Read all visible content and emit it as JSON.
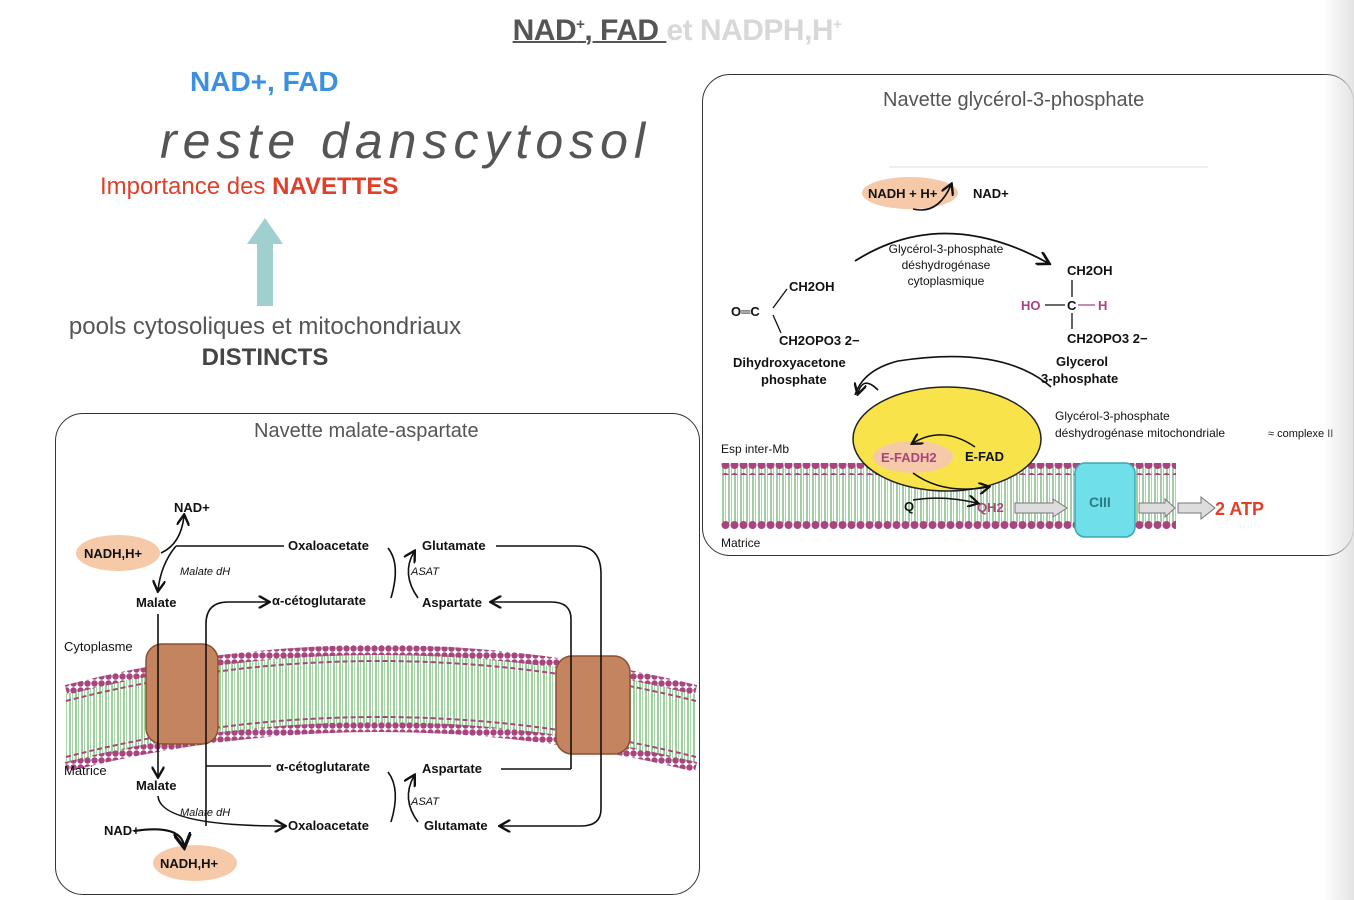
{
  "header": {
    "title_part1": "NAD",
    "title_part1_sup": "+",
    "title_part2": ", FAD ",
    "title_part3": "et NADPH,H",
    "title_part3_sup": "+"
  },
  "notes": {
    "nad_fad": "NAD+, FAD",
    "handwritten": "reste danscytosol",
    "importance_prefix": "Importance des ",
    "importance_strong": "NAVETTES",
    "pools_line": "pools cytosoliques et mitochondriaux",
    "pools_strong": "DISTINCTS"
  },
  "colors": {
    "arrow": "#9fd0cf",
    "blue": "#3d8fe0",
    "red": "#e0402a",
    "membrane_head": "#a8457f",
    "membrane_tail": "#5fae5f",
    "transporter": "#c58460",
    "nadh_badge": "#f6c9a8",
    "enzyme_yellow": "#f8e44a",
    "cIII": "#6fe0ea"
  },
  "left_panel": {
    "title": "Navette malate-aspartate",
    "nad_plus_top": "NAD+",
    "nadh_top": "NADH,H+",
    "malate_dh_top": "Malate dH",
    "malate_top": "Malate",
    "oxaloacetate_top": "Oxaloacetate",
    "glutamate_top": "Glutamate",
    "asat_top": "ASAT",
    "acetoglutarate_top": "α-cétoglutarate",
    "aspartate_top": "Aspartate",
    "cytoplasme": "Cytoplasme",
    "matrice": "Matrice",
    "acetoglutarate_bottom": "α-cétoglutarate",
    "aspartate_bottom": "Aspartate",
    "asat_bottom": "ASAT",
    "malate_bottom": "Malate",
    "malate_dh_bottom": "Malate dH",
    "nad_plus_bottom": "NAD+",
    "oxaloacetate_bottom": "Oxaloacetate",
    "glutamate_bottom": "Glutamate",
    "nadh_bottom": "NADH,H+"
  },
  "right_panel": {
    "title": "Navette glycérol-3-phosphate",
    "nadh_h": "NADH + H+",
    "nad_plus": "NAD+",
    "enzyme_cyto_1": "Glycérol-3-phosphate",
    "enzyme_cyto_2": "déshydrogénase",
    "enzyme_cyto_3": "cytoplasmique",
    "dhap_ch2oh": "CH2OH",
    "dhap_oc": "O═C",
    "dhap_ch2opo3": "CH2OPO3 2−",
    "dhap_name_1": "Dihydroxyacetone",
    "dhap_name_2": "phosphate",
    "g3p_ch2oh": "CH2OH",
    "g3p_ho": "HO",
    "g3p_c": "C",
    "g3p_h": "H",
    "g3p_ch2opo3": "CH2OPO3 2−",
    "g3p_name_1": "Glycerol",
    "g3p_name_2": "3-phosphate",
    "enzyme_mito_1": "Glycérol-3-phosphate",
    "enzyme_mito_2": "déshydrogénase mitochondriale",
    "complexe": "≈ complexe II",
    "esp_inter": "Esp inter-Mb",
    "matrice": "Matrice",
    "efadh2": "E-FADH2",
    "efad": "E-FAD",
    "q": "Q",
    "qh2": "QH2",
    "ciii": "CIII",
    "atp": "2 ATP"
  }
}
